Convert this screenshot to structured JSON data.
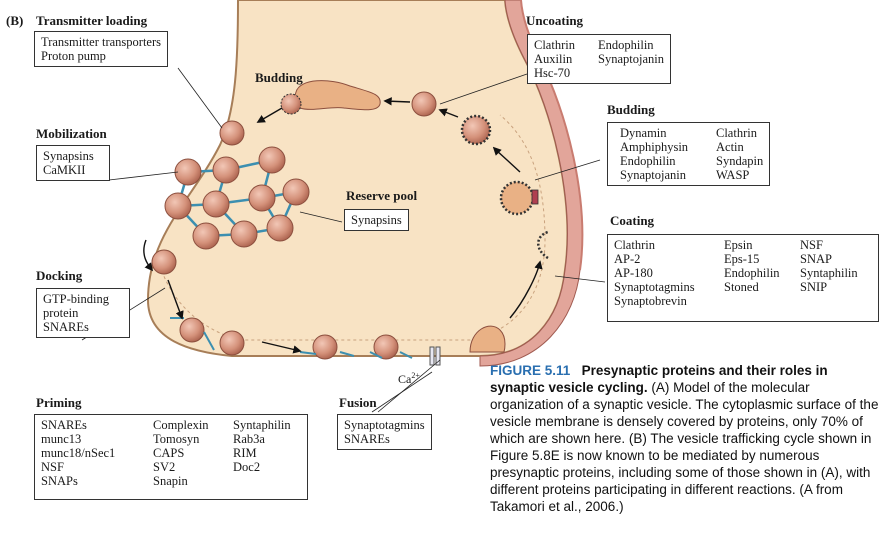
{
  "panel_letter": "(B)",
  "transmitter_loading": {
    "title": "Transmitter loading",
    "items": [
      "Transmitter transporters",
      "Proton pump"
    ]
  },
  "mobilization": {
    "title": "Mobilization",
    "items": [
      "Synapsins",
      "CaMKII"
    ]
  },
  "docking": {
    "title": "Docking",
    "items": [
      "GTP-binding",
      "protein",
      "SNAREs"
    ]
  },
  "priming": {
    "title": "Priming",
    "col1": [
      "SNAREs",
      "munc13",
      "munc18/nSec1",
      "NSF",
      "SNAPs"
    ],
    "col2": [
      "Complexin",
      "Tomosyn",
      "CAPS",
      "SV2",
      "Snapin"
    ],
    "col3": [
      "Syntaphilin",
      "Rab3a",
      "RIM",
      "Doc2"
    ]
  },
  "fusion": {
    "title": "Fusion",
    "items": [
      "Synaptotagmins",
      "SNAREs"
    ]
  },
  "uncoating": {
    "title": "Uncoating",
    "col1": [
      "Clathrin",
      "Auxilin",
      "Hsc-70"
    ],
    "col2": [
      "Endophilin",
      "Synaptojanin"
    ]
  },
  "budding_right": {
    "title": "Budding",
    "col1": [
      "Dynamin",
      "Amphiphysin",
      "Endophilin",
      "Synaptojanin"
    ],
    "col2": [
      "Clathrin",
      "Actin",
      "Syndapin",
      "WASP"
    ]
  },
  "coating": {
    "title": "Coating",
    "col1": [
      "Clathrin",
      "AP-2",
      "AP-180",
      "Synaptotagmins",
      "Synaptobrevin"
    ],
    "col2": [
      "Epsin",
      "Eps-15",
      "Endophilin",
      "Stoned"
    ],
    "col3": [
      "NSF",
      "SNAP",
      "Syntaphilin",
      "SNIP"
    ]
  },
  "reserve_pool": {
    "title": "Reserve pool",
    "items": [
      "Synapsins"
    ]
  },
  "budding_top": {
    "title": "Budding"
  },
  "calcium": {
    "base": "Ca",
    "charge": "2+"
  },
  "caption": {
    "number": "FIGURE 5.11",
    "title": "Presynaptic proteins and their roles in synaptic vesicle cycling.",
    "body": "(A) Model of the molecular organization of a synaptic vesicle. The cytoplasmic surface of the vesicle membrane is densely covered by proteins, only 70% of which are shown here. (B) The vesicle trafficking cycle shown in Figure 5.8E is now known to be mediated by numerous presynaptic proteins, including some of those shown in (A), with different proteins participating in different reactions. (A from Takamori et al., 2006.)"
  },
  "colors": {
    "terminal_fill": "#f8e3c4",
    "terminal_edge": "#a77e58",
    "vesicle": "#d4917a",
    "synapsin_link": "#3c8fb0",
    "membrane_band": "#c97c70",
    "caption_accent": "#2a6fb0"
  }
}
